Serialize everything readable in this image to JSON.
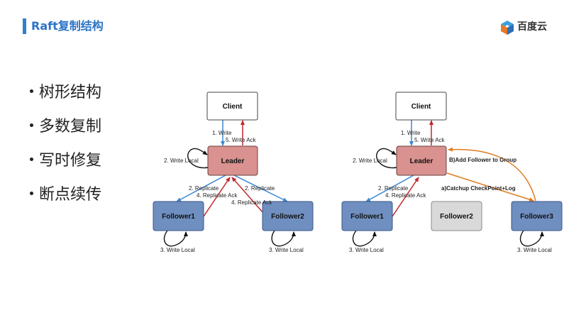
{
  "header": {
    "title": "Raft复制结构"
  },
  "logo": {
    "text": "百度云"
  },
  "bullets": [
    "树形结构",
    "多数复制",
    "写时修复",
    "断点续传"
  ],
  "left_diagram": {
    "nodes": {
      "client": "Client",
      "leader": "Leader",
      "follower1": "Follower1",
      "follower2": "Follower2"
    },
    "labels": {
      "write": "1. Write",
      "write_ack": "5. Write Ack",
      "write_local_leader": "2. Write Local",
      "replicate_left": "2. Replicate",
      "replicate_ack_left": "4. Replicate Ack",
      "replicate_right": "2. Replicate",
      "replicate_ack_right": "4. Replicate Ack",
      "write_local_f1": "3. Write Local",
      "write_local_f2": "3. Write Local"
    }
  },
  "right_diagram": {
    "nodes": {
      "client": "Client",
      "leader": "Leader",
      "follower1": "Follower1",
      "follower2": "Follower2",
      "follower3": "Follower3"
    },
    "labels": {
      "write": "1. Write",
      "write_ack": "5. Write Ack",
      "write_local_leader": "2. Write Local",
      "replicate": "2. Replicate",
      "replicate_ack": "4. Replicate Ack",
      "add_follower": "B)Add Follower to Group",
      "catchup": "a)Catchup CheckPoint+Log",
      "write_local_f1": "3. Write Local",
      "write_local_f3": "3. Write Local"
    }
  },
  "colors": {
    "accent": "#2b74c7",
    "leader_fill": "#d9928f",
    "follower_fill": "#6f8fc0",
    "inactive_fill": "#d9d9d9",
    "blue_arrow": "#3c86d0",
    "red_arrow": "#c0282d",
    "orange_arrow": "#e07b1f"
  }
}
